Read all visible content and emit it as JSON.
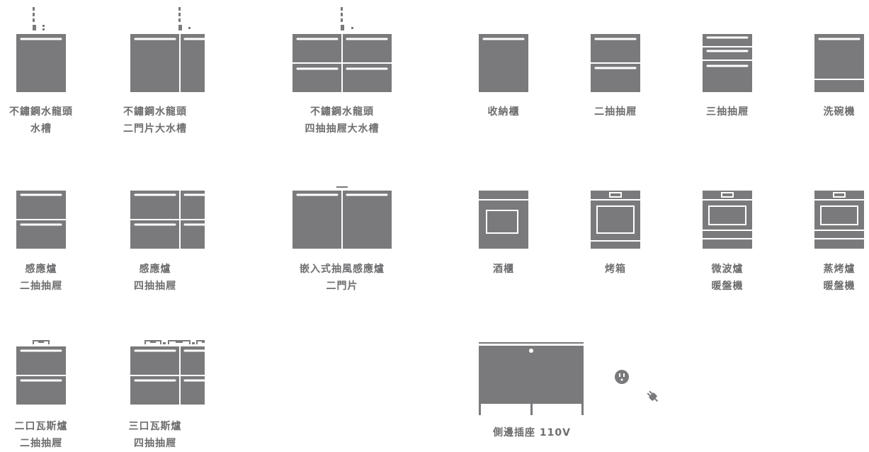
{
  "items": {
    "sink_single": {
      "line1": "不鏽鋼水龍頭",
      "line2": "水槽"
    },
    "sink_double": {
      "line1": "不鏽鋼水龍頭",
      "line2": "二門片大水槽"
    },
    "sink_four": {
      "line1": "不鏽鋼水龍頭",
      "line2": "四抽抽屜大水槽"
    },
    "storage": {
      "line1": "收納櫃"
    },
    "two_drawer": {
      "line1": "二抽抽屜"
    },
    "three_drawer": {
      "line1": "三抽抽屜"
    },
    "dishwasher": {
      "line1": "洗碗機"
    },
    "induction_two": {
      "line1": "感應爐",
      "line2": "二抽抽屜"
    },
    "induction_four": {
      "line1": "感應爐",
      "line2": "四抽抽屜"
    },
    "hood_induction": {
      "line1": "嵌入式抽風感應爐",
      "line2": "二門片"
    },
    "wine": {
      "line1": "酒櫃"
    },
    "oven": {
      "line1": "烤箱"
    },
    "microwave": {
      "line1": "微波爐",
      "line2": "暖盤機"
    },
    "steam_oven": {
      "line1": "蒸烤爐",
      "line2": "暖盤機"
    },
    "gas_two": {
      "line1": "二口瓦斯爐",
      "line2": "二抽抽屜"
    },
    "gas_three": {
      "line1": "三口瓦斯爐",
      "line2": "四抽抽屜"
    }
  },
  "outlet": {
    "label": "側邊插座 110V"
  },
  "icons": {
    "color": "#7a7a7c"
  }
}
